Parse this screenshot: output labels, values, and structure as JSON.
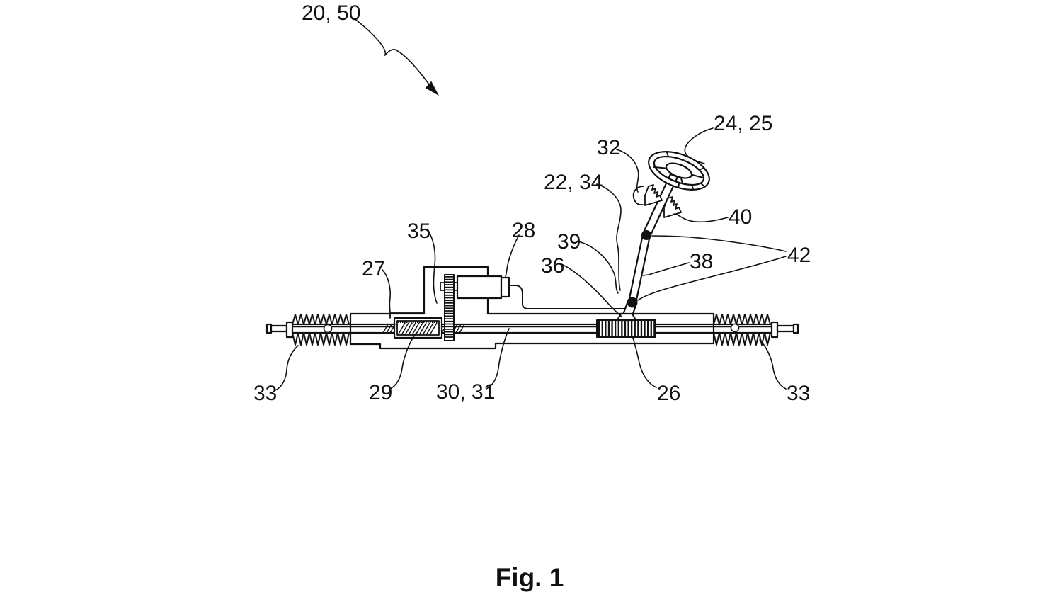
{
  "figure": {
    "type": "patent line drawing - steer-by-wire steering system side view",
    "caption": "Fig. 1",
    "colors": {
      "ink": "#111111",
      "background": "#ffffff"
    },
    "reference_labels": [
      {
        "name": "assembly",
        "text": "20, 50"
      },
      {
        "name": "steering-wheel",
        "text": "24, 25"
      },
      {
        "name": "upper-column",
        "text": "32"
      },
      {
        "name": "column-bracket",
        "text": "22, 34"
      },
      {
        "name": "bracket-right",
        "text": "40"
      },
      {
        "name": "universal-joints",
        "text": "42"
      },
      {
        "name": "intermediate-shaft",
        "text": "38"
      },
      {
        "name": "pinion-shaft",
        "text": "39"
      },
      {
        "name": "pinion",
        "text": "36"
      },
      {
        "name": "worm-gear",
        "text": "35"
      },
      {
        "name": "assist-motor",
        "text": "28"
      },
      {
        "name": "rack-housing",
        "text": "27"
      },
      {
        "name": "tie-rod-left",
        "text": "33"
      },
      {
        "name": "ball-screw",
        "text": "29"
      },
      {
        "name": "rack-bar",
        "text": "30, 31"
      },
      {
        "name": "rack-teeth",
        "text": "26"
      },
      {
        "name": "tie-rod-right",
        "text": "33"
      }
    ]
  }
}
